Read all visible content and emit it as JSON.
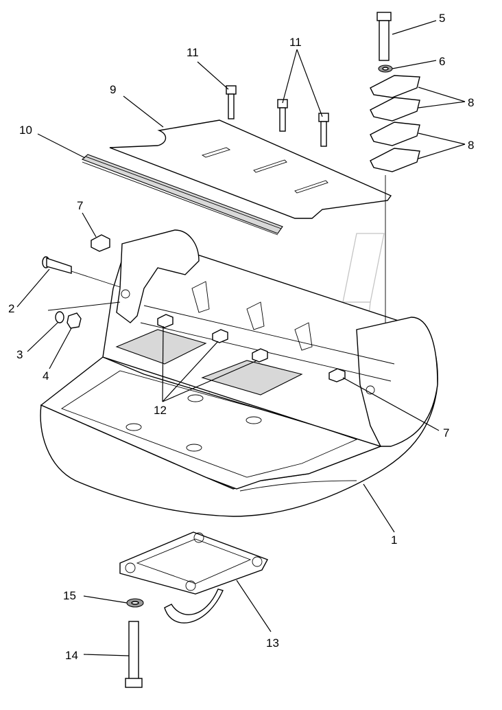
{
  "callouts": [
    {
      "id": "5",
      "text": "5"
    },
    {
      "id": "6",
      "text": "6"
    },
    {
      "id": "8a",
      "text": "8"
    },
    {
      "id": "8b",
      "text": "8"
    },
    {
      "id": "11a",
      "text": "11"
    },
    {
      "id": "11b",
      "text": "11"
    },
    {
      "id": "9",
      "text": "9"
    },
    {
      "id": "10",
      "text": "10"
    },
    {
      "id": "7a",
      "text": "7"
    },
    {
      "id": "2",
      "text": "2"
    },
    {
      "id": "3",
      "text": "3"
    },
    {
      "id": "4",
      "text": "4"
    },
    {
      "id": "12",
      "text": "12"
    },
    {
      "id": "7b",
      "text": "7"
    },
    {
      "id": "1",
      "text": "1"
    },
    {
      "id": "15",
      "text": "15"
    },
    {
      "id": "13",
      "text": "13"
    },
    {
      "id": "14",
      "text": "14"
    }
  ]
}
